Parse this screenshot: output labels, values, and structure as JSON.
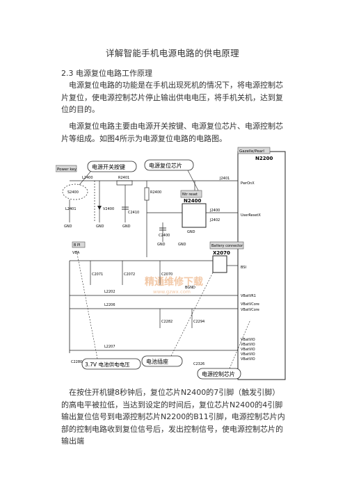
{
  "title": "详解智能手机电源电路的供电原理",
  "section": "2.3 电源复位电路工作原理",
  "paragraphs": [
    "电源复位电路的功能是在手机出现死机的情况下，将电源控制芯片复位，使电源控制芯片停止输出供电电压，将手机关机，达到复位的目的。",
    "电源复位电路主要由电源开关按键、电源复位芯片、电源控制芯片等组成。如图4所示为电源复位电路的电路图。",
    "在按住开机键8秒钟后，复位芯片N2400的7引脚（触发引脚）的高电平被拉低，当达到设定的时间后，复位芯片N2400的4引脚输出复位信号到电源控制芯片N2200的B11引脚，电源控制芯片内部的控制电路收到复位信号后，发出控制信号，使电源控制芯片的输出端"
  ],
  "diagram": {
    "callouts": {
      "power_key": "电源开关按键",
      "reset_chip": "电源复位芯片",
      "battery_connector": "电池插座",
      "supply_voltage": "3.7V 电池供电电压",
      "power_ic": "电源控制芯片"
    },
    "labels": {
      "power_key": "Power key",
      "gazelle": "Gazelle/Pearl",
      "n2200": "N2200",
      "pwronx": "PwrOnX",
      "userresetx": "UserResetX",
      "bsi": "BSI",
      "vbatvr1": "VBatVR1",
      "vbatvcore": "VBatVCore",
      "vbatvio": "VBatVIO",
      "ntr_reset": "Ntr reset",
      "n2400": "N2400",
      "battery_conn": "Battery connector",
      "x2070": "X2070",
      "s2400": "S2400",
      "l2400": "L2400",
      "r2401": "R2401",
      "r2400": "R2400",
      "v2400": "V2400",
      "c2410": "C2410",
      "c2400": "C2400",
      "l2401": "L2401",
      "vba": "VBA",
      "b_pl": "B PI",
      "c2071": "C2071",
      "c2072": "C2072",
      "c2070": "C2070",
      "l2202": "L2202",
      "l2206": "L2206",
      "l2207": "L2207",
      "c2282": "C2282",
      "c2294": "C2294",
      "c2326": "C2326",
      "c2280": "C2280",
      "j2401": "J2401",
      "j2400": "J2400",
      "j2402": "J2402",
      "gnd": "GND",
      "bgnd": "BGND",
      "watermark": "精通维修下载",
      "watermark_url": "www.gzwx.com"
    }
  }
}
